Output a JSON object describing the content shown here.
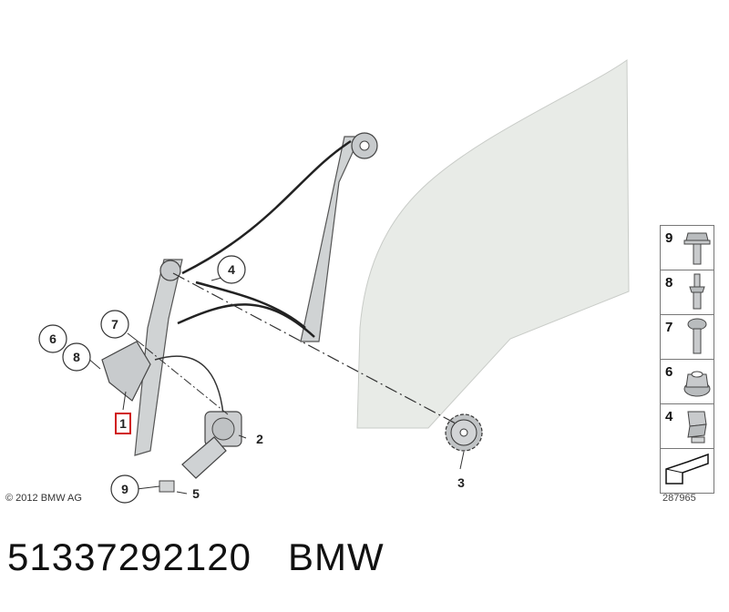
{
  "copyright": "© 2012 BMW AG",
  "drawing_number": "287965",
  "part_number": "51337292120",
  "brand": "BMW",
  "callouts": [
    {
      "label": "1",
      "highlighted": true
    },
    {
      "label": "2"
    },
    {
      "label": "3"
    },
    {
      "label": "4"
    },
    {
      "label": "5"
    },
    {
      "label": "6"
    },
    {
      "label": "7"
    },
    {
      "label": "8"
    },
    {
      "label": "9"
    }
  ],
  "legend": [
    {
      "label": "9",
      "icon": "hex-flange-bolt-icon"
    },
    {
      "label": "8",
      "icon": "stud-bolt-icon"
    },
    {
      "label": "7",
      "icon": "round-head-screw-icon"
    },
    {
      "label": "6",
      "icon": "hex-nut-icon"
    },
    {
      "label": "4",
      "icon": "clip-nut-icon"
    },
    {
      "label": "",
      "icon": "arrow-icon"
    }
  ],
  "colors": {
    "highlight": "#d01818",
    "glass": "#e9ece8",
    "line": "#333333"
  }
}
